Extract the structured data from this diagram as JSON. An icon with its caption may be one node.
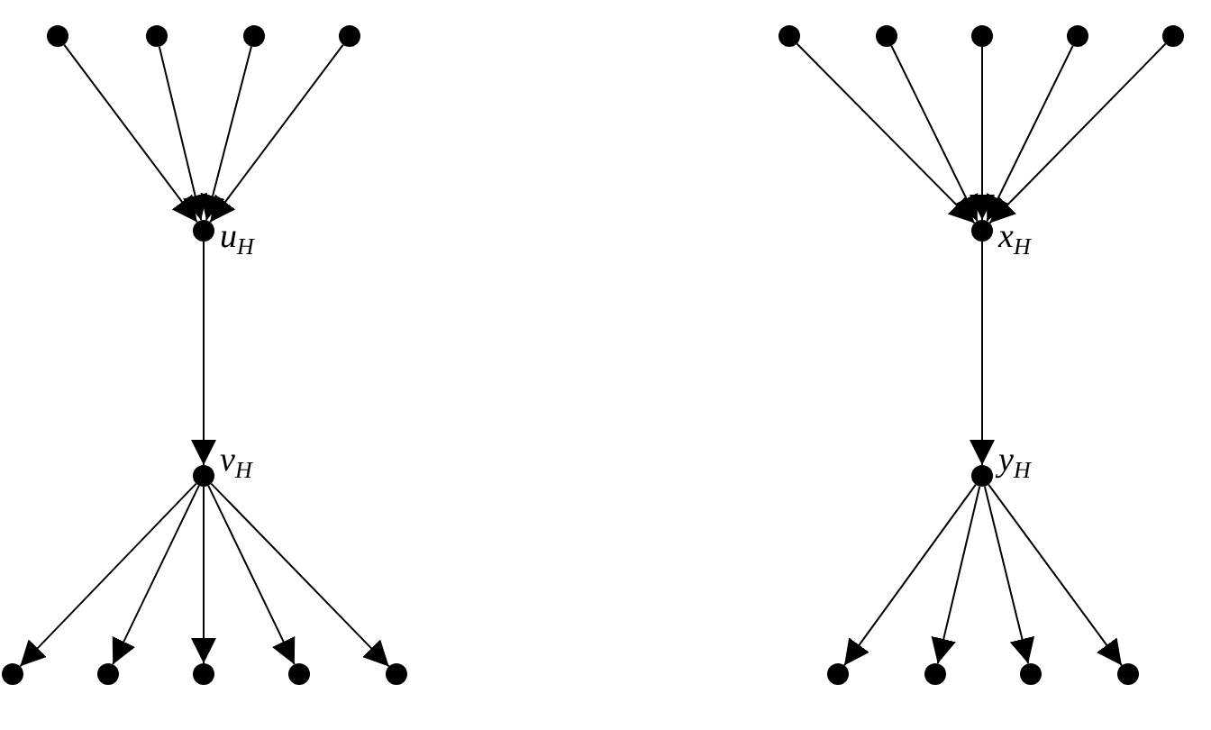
{
  "diagram": {
    "nodes": [
      {
        "text": [],
        "shape": "circle"
      },
      {
        "text": [],
        "shape": "circle"
      },
      {
        "text": [],
        "shape": "circle"
      },
      {
        "text": [],
        "shape": "circle"
      },
      {
        "text": [],
        "shape": "circle"
      },
      {
        "text": [],
        "shape": "circle"
      },
      {
        "text": [],
        "shape": "circle"
      },
      {
        "text": [],
        "shape": "circle"
      },
      {
        "text": [],
        "shape": "circle"
      },
      {
        "text": [],
        "shape": "circle",
        "beside": [
          "u$_{H}$"
        ]
      },
      {
        "text": [],
        "shape": "circle",
        "beside": [
          "x$_{H}$"
        ]
      },
      {
        "text": [],
        "shape": "circle",
        "beside": [
          "v$_{H}$"
        ]
      },
      {
        "text": [],
        "shape": "circle",
        "beside": [
          "y$_{H}$"
        ]
      },
      {
        "text": [],
        "shape": "circle"
      },
      {
        "text": [],
        "shape": "circle"
      },
      {
        "text": [],
        "shape": "circle"
      },
      {
        "text": [],
        "shape": "circle"
      },
      {
        "text": [],
        "shape": "circle"
      },
      {
        "text": [],
        "shape": "circle"
      },
      {
        "text": [],
        "shape": "circle"
      },
      {
        "text": [],
        "shape": "circle"
      },
      {
        "text": [],
        "shape": "circle"
      }
    ],
    "edges": [
      {
        "from": 0,
        "to": 9,
        "arrow": "to"
      },
      {
        "from": 1,
        "to": 9,
        "arrow": "to"
      },
      {
        "from": 2,
        "to": 9,
        "arrow": "to"
      },
      {
        "from": 3,
        "to": 9,
        "arrow": "to"
      },
      {
        "from": 4,
        "to": 10,
        "arrow": "to"
      },
      {
        "from": 5,
        "to": 10,
        "arrow": "to"
      },
      {
        "from": 6,
        "to": 10,
        "arrow": "to"
      },
      {
        "from": 7,
        "to": 10,
        "arrow": "to"
      },
      {
        "from": 8,
        "to": 10,
        "arrow": "to"
      },
      {
        "from": 9,
        "to": 11,
        "arrow": "to"
      },
      {
        "from": 10,
        "to": 12,
        "arrow": "to"
      },
      {
        "from": 11,
        "to": 13,
        "arrow": "to"
      },
      {
        "from": 11,
        "to": 14,
        "arrow": "to"
      },
      {
        "from": 11,
        "to": 15,
        "arrow": "to"
      },
      {
        "from": 11,
        "to": 16,
        "arrow": "to"
      },
      {
        "from": 11,
        "to": 17,
        "arrow": "to"
      },
      {
        "from": 12,
        "to": 18,
        "arrow": "to"
      },
      {
        "from": 12,
        "to": 19,
        "arrow": "to"
      },
      {
        "from": 12,
        "to": 20,
        "arrow": "to"
      },
      {
        "from": 12,
        "to": 21,
        "arrow": "to"
      }
    ]
  }
}
